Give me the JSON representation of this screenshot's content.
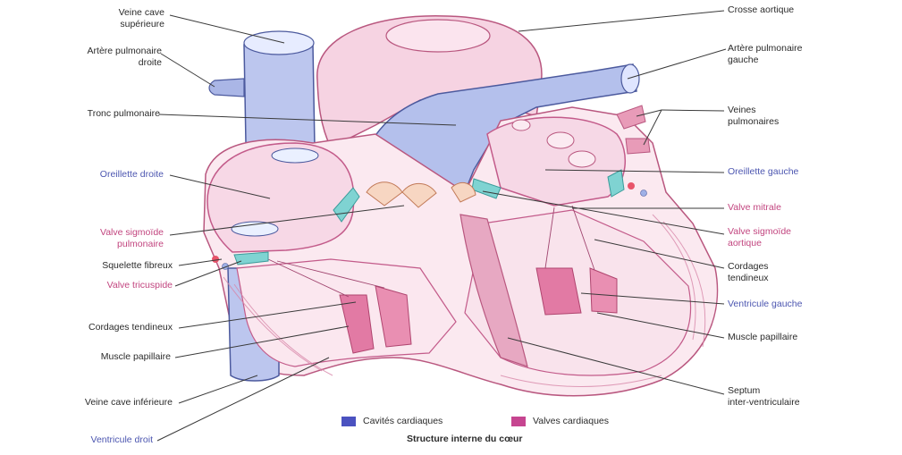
{
  "figure": {
    "caption": "Structure interne du cœur",
    "legend": [
      {
        "label": "Cavités cardiaques",
        "color": "#4b52c0"
      },
      {
        "label": "Valves cardiaques",
        "color": "#c64590"
      }
    ],
    "colors": {
      "venous_blue": "#aab6e6",
      "arterial_pink": "#f2c9d9",
      "wall_pink": "#e7a8c2",
      "valve_teal": "#79d0cf",
      "label_blue": "#4c56b0",
      "label_pink": "#c2457f"
    },
    "labels_left": [
      {
        "lines": [
          "Veine cave",
          "supérieure"
        ],
        "tone": "dark"
      },
      {
        "lines": [
          "Artère pulmonaire",
          "droite"
        ],
        "tone": "dark"
      },
      {
        "lines": [
          "Tronc pulmonaire"
        ],
        "tone": "dark"
      },
      {
        "lines": [
          "Oreillette droite"
        ],
        "tone": "blue"
      },
      {
        "lines": [
          "Valve sigmoïde",
          "pulmonaire"
        ],
        "tone": "pink"
      },
      {
        "lines": [
          "Squelette fibreux"
        ],
        "tone": "dark"
      },
      {
        "lines": [
          "Valve tricuspide"
        ],
        "tone": "pink"
      },
      {
        "lines": [
          "Cordages tendineux"
        ],
        "tone": "dark"
      },
      {
        "lines": [
          "Muscle papillaire"
        ],
        "tone": "dark"
      },
      {
        "lines": [
          "Veine cave inférieure"
        ],
        "tone": "dark"
      },
      {
        "lines": [
          "Ventricule droit"
        ],
        "tone": "blue"
      }
    ],
    "labels_right": [
      {
        "lines": [
          "Crosse aortique"
        ],
        "tone": "dark"
      },
      {
        "lines": [
          "Artère pulmonaire",
          "gauche"
        ],
        "tone": "dark"
      },
      {
        "lines": [
          "Veines",
          "pulmonaires"
        ],
        "tone": "dark"
      },
      {
        "lines": [
          "Oreillette gauche"
        ],
        "tone": "blue"
      },
      {
        "lines": [
          "Valve mitrale"
        ],
        "tone": "pink"
      },
      {
        "lines": [
          "Valve sigmoïde",
          "aortique"
        ],
        "tone": "pink"
      },
      {
        "lines": [
          "Cordages",
          "tendineux"
        ],
        "tone": "dark"
      },
      {
        "lines": [
          "Ventricule gauche"
        ],
        "tone": "blue"
      },
      {
        "lines": [
          "Muscle papillaire"
        ],
        "tone": "dark"
      },
      {
        "lines": [
          "Septum",
          "inter-ventriculaire"
        ],
        "tone": "dark"
      }
    ]
  }
}
